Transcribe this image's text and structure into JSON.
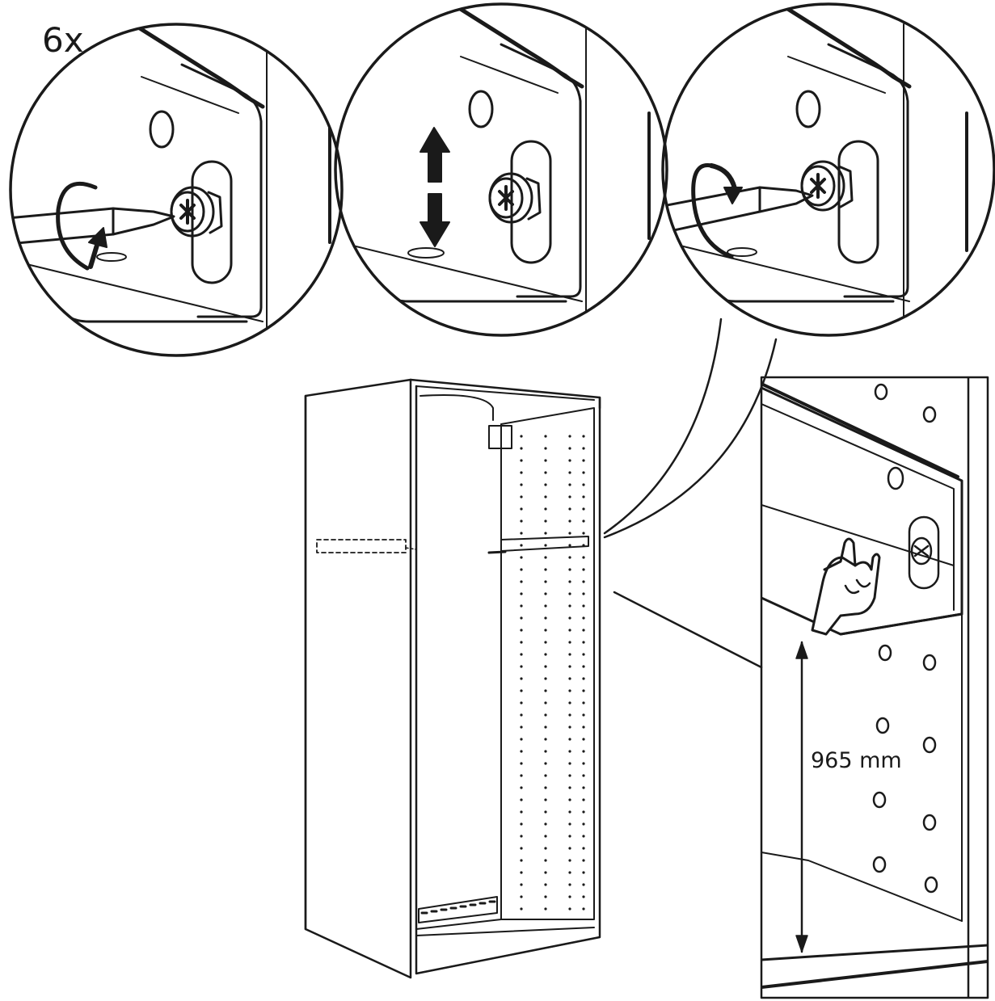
{
  "instruction": {
    "quantity_label": "6x",
    "dimension_label": "965 mm"
  },
  "steps": [
    {
      "action": "loosen-screw",
      "arrow": "rotate-counterclockwise"
    },
    {
      "action": "adjust-height",
      "arrow": "up-down"
    },
    {
      "action": "tighten-screw",
      "arrow": "rotate-clockwise"
    }
  ],
  "colors": {
    "line": "#1a1a1a",
    "background": "#ffffff"
  }
}
